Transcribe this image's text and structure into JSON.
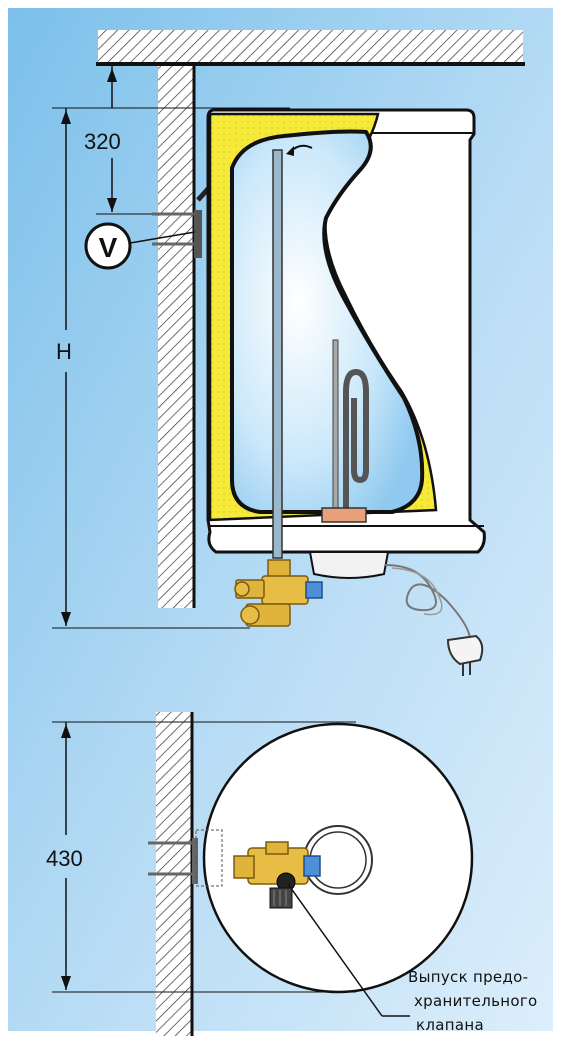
{
  "dimensions": {
    "top_offset": "320",
    "height": "H",
    "depth": "430"
  },
  "marker": {
    "letter": "V"
  },
  "callout": {
    "line1": "Выпуск предо-",
    "line2": "хранительного",
    "line3": "клапана"
  },
  "colors": {
    "background": "#cfe3f6",
    "insulation": "#f5e93a",
    "water": "#bfe3f7",
    "body": "#ffffff",
    "outline": "#111111",
    "brass": "#e0b33a",
    "valve_blue": "#4f8fd8",
    "anode": "#e8a07a"
  }
}
